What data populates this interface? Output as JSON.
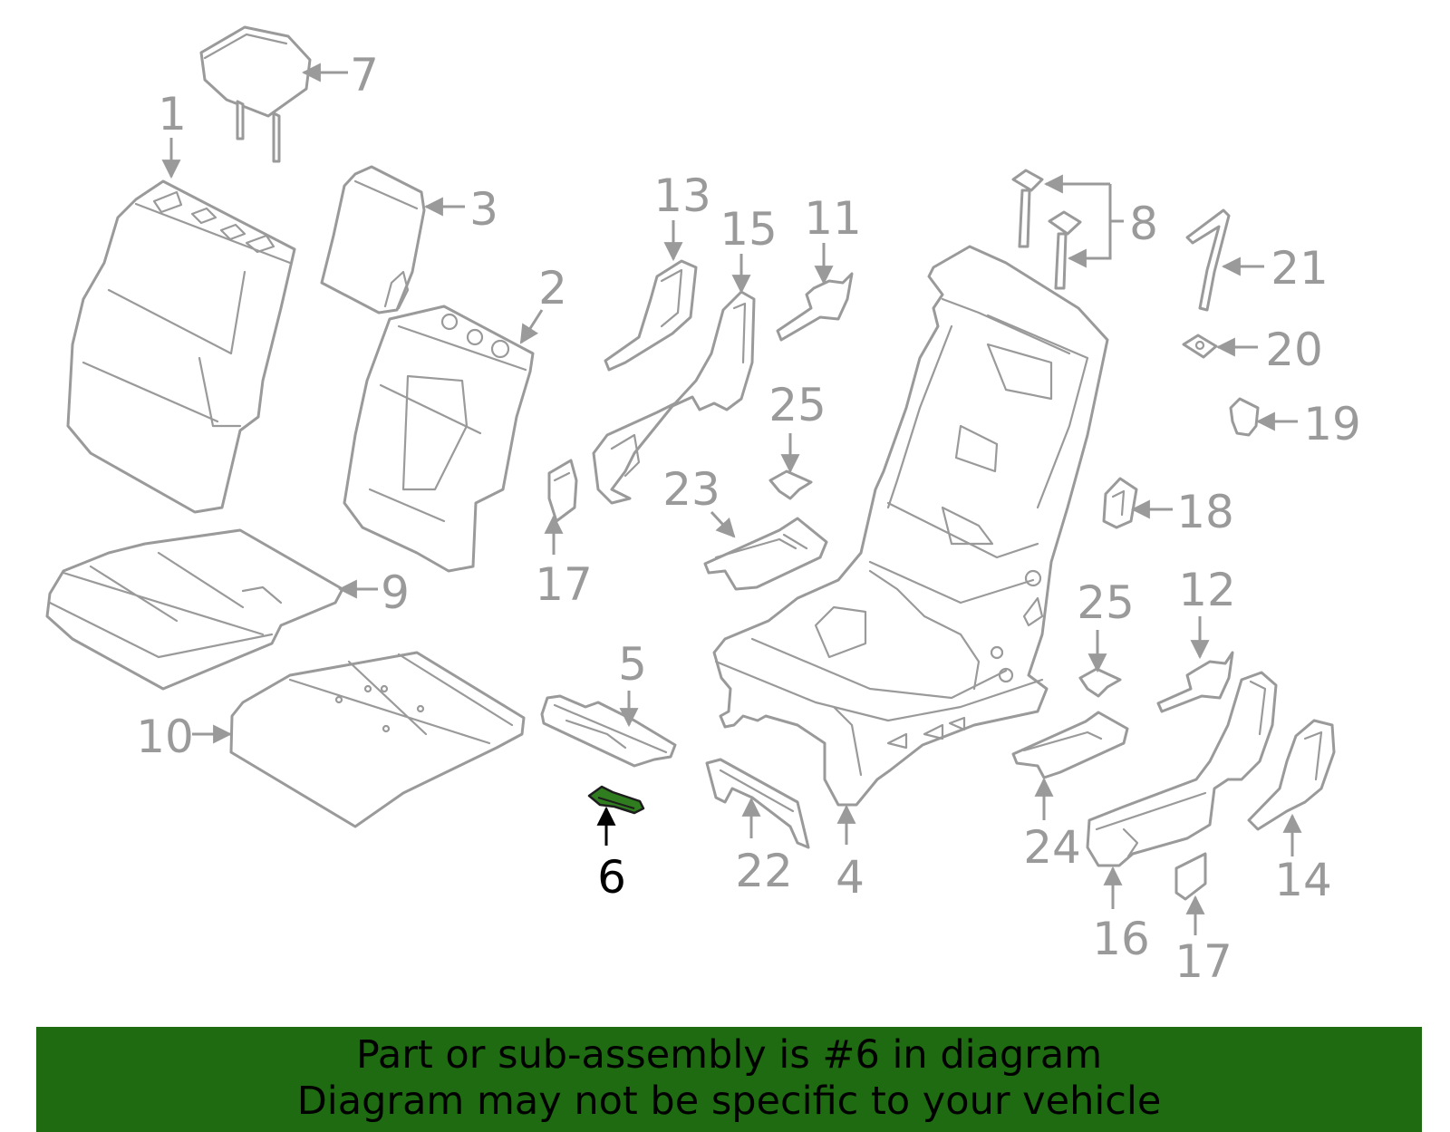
{
  "callouts": {
    "c1": "1",
    "c2": "2",
    "c3": "3",
    "c4": "4",
    "c5": "5",
    "c6": "6",
    "c7": "7",
    "c8": "8",
    "c9": "9",
    "c10": "10",
    "c11": "11",
    "c12": "12",
    "c13": "13",
    "c14": "14",
    "c15": "15",
    "c16": "16",
    "c17a": "17",
    "c17b": "17",
    "c18": "18",
    "c19": "19",
    "c20": "20",
    "c21": "21",
    "c22": "22",
    "c23": "23",
    "c24": "24",
    "c25a": "25",
    "c25b": "25"
  },
  "highlight_part": "6",
  "colors": {
    "highlight": "#2f7d1f",
    "banner": "#1f6b11",
    "line": "#9a9a9a"
  },
  "banner": {
    "line1": "Part or sub-assembly is #6 in diagram",
    "line2": "Diagram may not be specific to your vehicle"
  }
}
